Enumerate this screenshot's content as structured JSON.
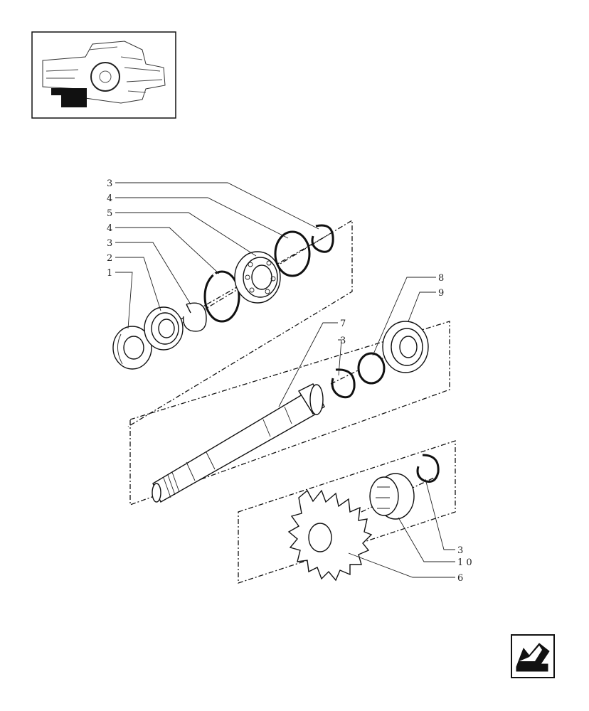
{
  "callouts": {
    "c1": "1",
    "c2": "2",
    "c3a": "3",
    "c4a": "4",
    "c5": "5",
    "c4b": "4",
    "c3b": "3",
    "c8": "8",
    "c9": "9",
    "c7": "7",
    "c3c": "3",
    "c3d": "3",
    "c10": "1 0",
    "c6": "6"
  },
  "icons": {
    "locator": "transmission-locator-thumbnail-icon",
    "nav": "previous-page-arrow-icon"
  },
  "colors": {
    "ink": "#111111",
    "background": "#ffffff"
  }
}
